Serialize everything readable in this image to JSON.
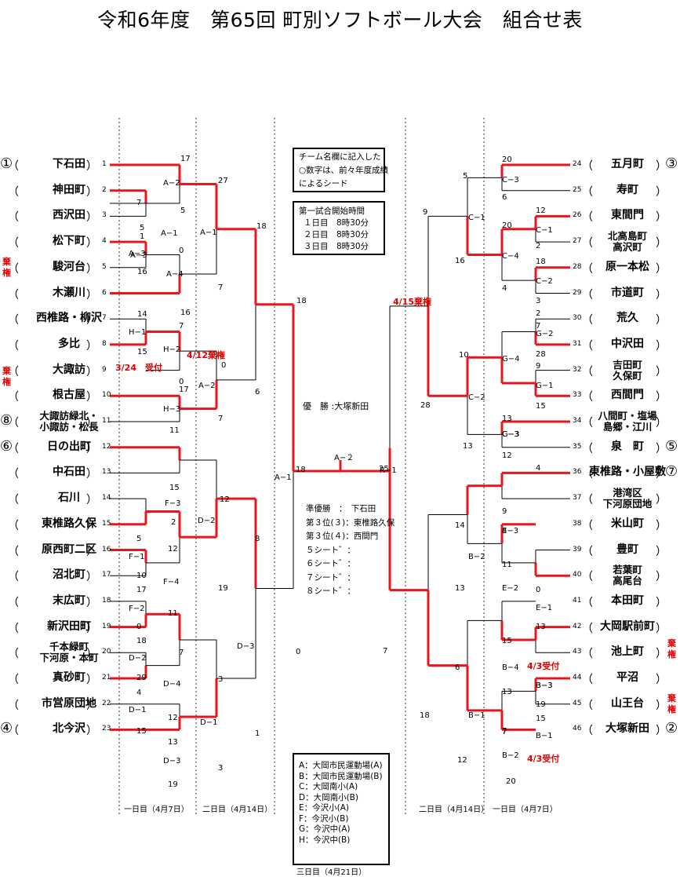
{
  "title": "令和6年度　第65回 町別ソフトボール大会　組合せ表",
  "left_teams": [
    {
      "seed": "①",
      "name": "下石田",
      "no": "1"
    },
    {
      "seed": "",
      "name": "神田町",
      "no": "2"
    },
    {
      "seed": "",
      "name": "西沢田",
      "no": "3"
    },
    {
      "seed": "",
      "name": "松下町",
      "no": "4"
    },
    {
      "seed": "",
      "name": "駿河台",
      "no": "5"
    },
    {
      "seed": "",
      "name": "木瀬川",
      "no": "6"
    },
    {
      "seed": "",
      "name": "西椎路・柳沢",
      "no": "7"
    },
    {
      "seed": "",
      "name": "多比",
      "no": "8"
    },
    {
      "seed": "",
      "name": "大諏訪",
      "no": "9"
    },
    {
      "seed": "",
      "name": "根古屋",
      "no": "10"
    },
    {
      "seed": "⑧",
      "name": "大諏訪緑北・\n小諏訪・松長",
      "no": "11"
    },
    {
      "seed": "⑥",
      "name": "日の出町",
      "no": "12"
    },
    {
      "seed": "",
      "name": "中石田",
      "no": "13"
    },
    {
      "seed": "",
      "name": "石川",
      "no": "14"
    },
    {
      "seed": "",
      "name": "東椎路久保",
      "no": "15"
    },
    {
      "seed": "",
      "name": "原西町二区",
      "no": "16"
    },
    {
      "seed": "",
      "name": "沼北町",
      "no": "17"
    },
    {
      "seed": "",
      "name": "末広町",
      "no": "18"
    },
    {
      "seed": "",
      "name": "新沢田町",
      "no": "19"
    },
    {
      "seed": "",
      "name": "千本緑町\n下河原・本町",
      "no": "20"
    },
    {
      "seed": "",
      "name": "真砂町",
      "no": "21"
    },
    {
      "seed": "",
      "name": "市営原団地",
      "no": "22"
    },
    {
      "seed": "④",
      "name": "北今沢",
      "no": "23"
    }
  ],
  "right_teams": [
    {
      "seed": "③",
      "name": "五月町",
      "no": "24"
    },
    {
      "seed": "",
      "name": "寿町",
      "no": "25"
    },
    {
      "seed": "",
      "name": "東間門",
      "no": "26"
    },
    {
      "seed": "",
      "name": "北高島町\n高沢町",
      "no": "27"
    },
    {
      "seed": "",
      "name": "原一本松",
      "no": "28"
    },
    {
      "seed": "",
      "name": "市道町",
      "no": "29"
    },
    {
      "seed": "",
      "name": "荒久",
      "no": "30"
    },
    {
      "seed": "",
      "name": "中沢田",
      "no": "31"
    },
    {
      "seed": "",
      "name": "吉田町\n久保町",
      "no": "32"
    },
    {
      "seed": "",
      "name": "西間門",
      "no": "33"
    },
    {
      "seed": "",
      "name": "八間町・塩場\n島郷・江川",
      "no": "34"
    },
    {
      "seed": "⑤",
      "name": "泉　町",
      "no": "35"
    },
    {
      "seed": "⑦",
      "name": "東椎路・小屋敷",
      "no": "36"
    },
    {
      "seed": "",
      "name": "港湾区\n下河原団地",
      "no": "37"
    },
    {
      "seed": "",
      "name": "米山町",
      "no": "38"
    },
    {
      "seed": "",
      "name": "豊町",
      "no": "39"
    },
    {
      "seed": "",
      "name": "若葉町\n高尾台",
      "no": "40"
    },
    {
      "seed": "",
      "name": "本田町",
      "no": "41"
    },
    {
      "seed": "",
      "name": "大岡駅前町",
      "no": "42"
    },
    {
      "seed": "",
      "name": "池上町",
      "no": "43"
    },
    {
      "seed": "",
      "name": "平沼",
      "no": "44"
    },
    {
      "seed": "",
      "name": "山王台",
      "no": "45"
    },
    {
      "seed": "②",
      "name": "大塚新田",
      "no": "46"
    }
  ],
  "paren_open": "（",
  "paren_close": "）",
  "forfeit_label": "棄権",
  "match_labels": [
    "A−2",
    "A−1",
    "A−3",
    "A−4",
    "A−1",
    "A−3",
    "H−1",
    "H−2",
    "A−2",
    "H−3",
    "F−3",
    "D−2",
    "F−1",
    "F−4",
    "F−2",
    "D−3",
    "D−2",
    "D−4",
    "D−1",
    "D−1",
    "D−3",
    "A−1",
    "A−２",
    "R−1",
    "C−3",
    "C−1",
    "C−1",
    "C−4",
    "C−2",
    "C−3",
    "G−2",
    "G−4",
    "G−1",
    "C−2",
    "G−3",
    "E−3",
    "B−2",
    "E−2",
    "E−1",
    "B−3",
    "B−4",
    "B−3",
    "B−1",
    "B−1",
    "B−2"
  ],
  "scores": [
    "17",
    "5",
    "16",
    "5",
    "7",
    "1",
    "0",
    "16",
    "27",
    "7",
    "18",
    "14",
    "7",
    "15",
    "0",
    "0",
    "17",
    "11",
    "7",
    "6",
    "18",
    "18",
    "15",
    "2",
    "12",
    "5",
    "12",
    "10",
    "19",
    "17",
    "11",
    "0",
    "8",
    "18",
    "7",
    "29",
    "3",
    "4",
    "12",
    "15",
    "13",
    "19",
    "1",
    "3",
    "0",
    "25",
    "7",
    "20",
    "6",
    "5",
    "9",
    "12",
    "2",
    "20",
    "16",
    "18",
    "4",
    "3",
    "2",
    "7",
    "28",
    "9",
    "15",
    "10",
    "28",
    "13",
    "13",
    "12",
    "4",
    "9",
    "4",
    "14",
    "11",
    "13",
    "0",
    "13",
    "15",
    "6",
    "13",
    "19",
    "7",
    "15",
    "7",
    "12",
    "18",
    "20"
  ],
  "red_notes": {
    "l_412": "4/12棄権",
    "l_324": "3/24　受付",
    "r_415": "4/15棄権",
    "r_43a": "4/3受付",
    "r_43b": "4/3受付"
  },
  "seed_note": [
    "チーム名欄に記入した",
    "○数字は、前々年度成績",
    "によるシード"
  ],
  "start_times": [
    "第一試合開始時間",
    "１日目　8時30分",
    "２日目　8時30分",
    "３日目　8時30分"
  ],
  "winner": "優　勝 :大塚新田",
  "results": [
    "準優勝　：　下石田",
    "第３位(３)：東椎路久保",
    "第３位(４)：西間門",
    "５シート゛：",
    "６シート゛：",
    "７シート゛：",
    "８シート゛："
  ],
  "venues": [
    "A：大岡市民運動場(A)",
    "B：大岡市民運動場(B)",
    "C：大岡南小(A)",
    "D：大岡南小(B)",
    "E：今沢小(A)",
    "F：今沢小(B)",
    "G：今沢中(A)",
    "H：今沢中(B)"
  ],
  "day_labels": {
    "day1": "一日目（4月7日）",
    "day2": "二日目（4月14日）",
    "day3": "三日目（4月21日）"
  }
}
